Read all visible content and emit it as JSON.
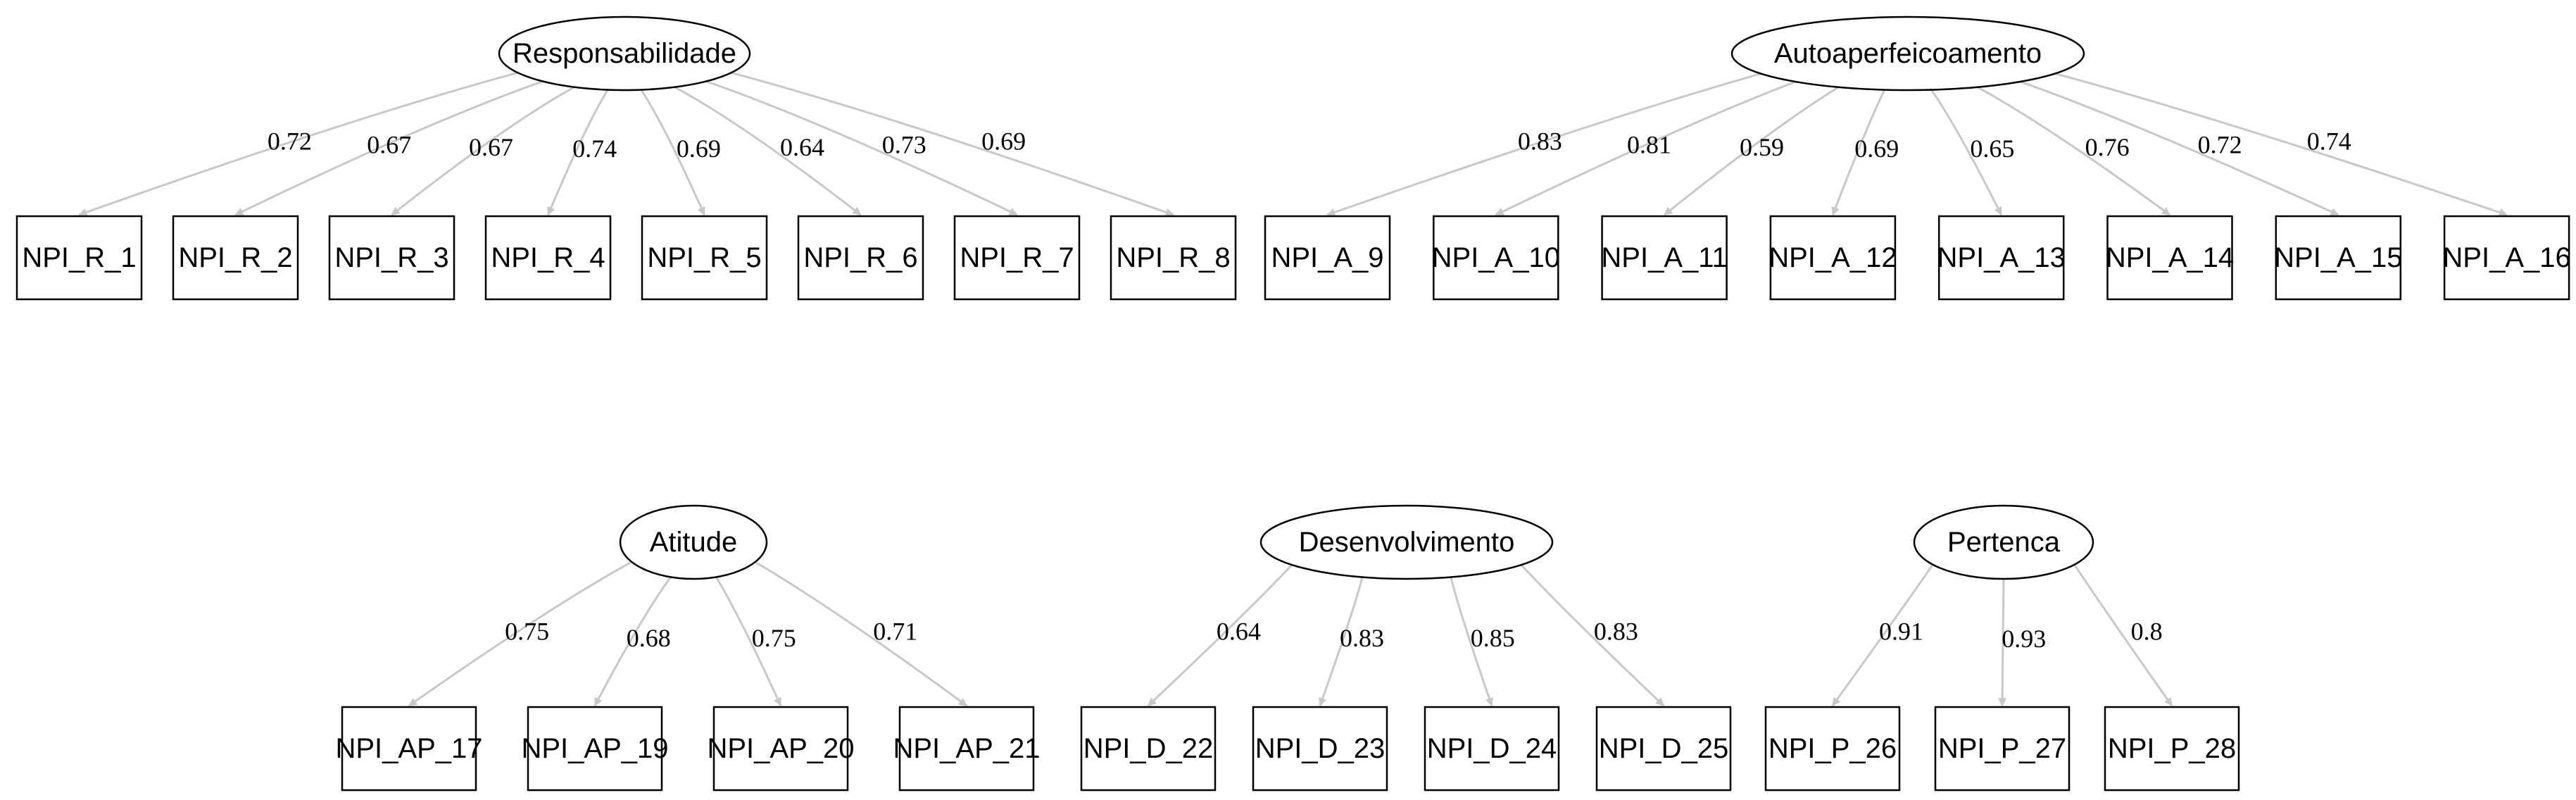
{
  "colors": {
    "path": "#c8c8c8",
    "stroke": "#000000",
    "text": "#000000",
    "background": "#ffffff"
  },
  "factors": [
    {
      "name": "Responsabilidade",
      "items": [
        {
          "label": "NPI_R_1",
          "loading": "0.72"
        },
        {
          "label": "NPI_R_2",
          "loading": "0.67"
        },
        {
          "label": "NPI_R_3",
          "loading": "0.67"
        },
        {
          "label": "NPI_R_4",
          "loading": "0.74"
        },
        {
          "label": "NPI_R_5",
          "loading": "0.69"
        },
        {
          "label": "NPI_R_6",
          "loading": "0.64"
        },
        {
          "label": "NPI_R_7",
          "loading": "0.73"
        },
        {
          "label": "NPI_R_8",
          "loading": "0.69"
        }
      ]
    },
    {
      "name": "Autoaperfeicoamento",
      "items": [
        {
          "label": "NPI_A_9",
          "loading": "0.83"
        },
        {
          "label": "NPI_A_10",
          "loading": "0.81"
        },
        {
          "label": "NPI_A_11",
          "loading": "0.59"
        },
        {
          "label": "NPI_A_12",
          "loading": "0.69"
        },
        {
          "label": "NPI_A_13",
          "loading": "0.65"
        },
        {
          "label": "NPI_A_14",
          "loading": "0.76"
        },
        {
          "label": "NPI_A_15",
          "loading": "0.72"
        },
        {
          "label": "NPI_A_16",
          "loading": "0.74"
        }
      ]
    },
    {
      "name": "Atitude",
      "items": [
        {
          "label": "NPI_AP_17",
          "loading": "0.75"
        },
        {
          "label": "NPI_AP_19",
          "loading": "0.68"
        },
        {
          "label": "NPI_AP_20",
          "loading": "0.75"
        },
        {
          "label": "NPI_AP_21",
          "loading": "0.71"
        }
      ]
    },
    {
      "name": "Desenvolvimento",
      "items": [
        {
          "label": "NPI_D_22",
          "loading": "0.64"
        },
        {
          "label": "NPI_D_23",
          "loading": "0.83"
        },
        {
          "label": "NPI_D_24",
          "loading": "0.85"
        },
        {
          "label": "NPI_D_25",
          "loading": "0.83"
        }
      ]
    },
    {
      "name": "Pertenca",
      "items": [
        {
          "label": "NPI_P_26",
          "loading": "0.91"
        },
        {
          "label": "NPI_P_27",
          "loading": "0.93"
        },
        {
          "label": "NPI_P_28",
          "loading": "0.8"
        }
      ]
    }
  ]
}
